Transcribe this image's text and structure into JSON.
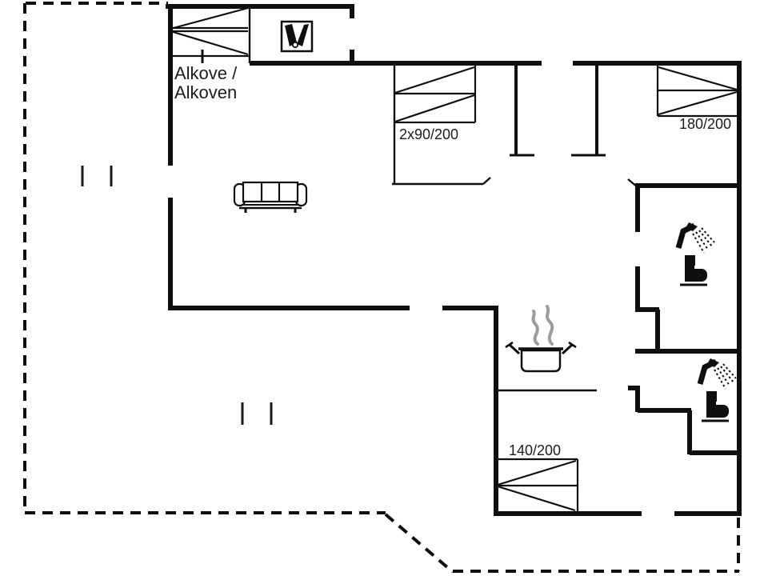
{
  "plan": {
    "type": "holiday-house-floor-plan",
    "labels": {
      "alkove_line1": "Alkove /",
      "alkove_line2": "Alkoven",
      "bed_2x90": "2x90/200",
      "bed_180": "180/200",
      "bed_140": "140/200"
    },
    "icons": {
      "stove": "wood-stove-icon",
      "pot": "cooking-pot-icon",
      "steam": "steam-icon",
      "shower": "shower-icon",
      "toilet": "toilet-icon",
      "sofa": "sofa-icon",
      "bed": "bed-symbol",
      "window": "window-marker",
      "terrace": "terrace-dashed-outline"
    },
    "colors": {
      "wall": "#0f0f0f",
      "steam": "#9c9c9c",
      "background": "#ffffff"
    }
  }
}
